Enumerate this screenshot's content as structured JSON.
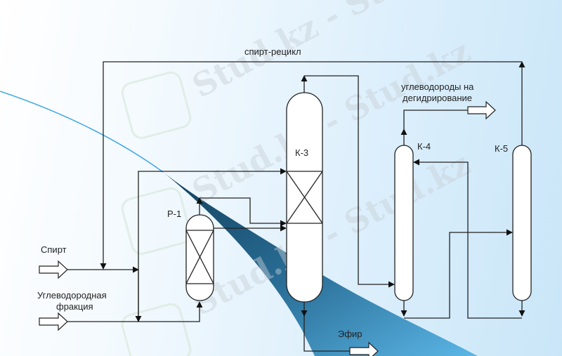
{
  "diagram": {
    "recycle_label": "спирт-рецикл",
    "hydrocarbons_out_label_1": "углеводороды на",
    "hydrocarbons_out_label_2": "дегидрирование",
    "alcohol_in_label": "Спирт",
    "fraction_in_label_1": "Углеводородная",
    "fraction_in_label_2": "фракция",
    "ether_out_label": "Эфир",
    "units": {
      "reactor": "Р-1",
      "column_3": "К-3",
      "column_4": "К-4",
      "column_5": "К-5"
    }
  },
  "watermark": "Stud.kz - Stud.kz",
  "colors": {
    "swoosh_dark": "#1f5f86",
    "swoosh_light": "#4aa8dc",
    "line": "#222222"
  }
}
